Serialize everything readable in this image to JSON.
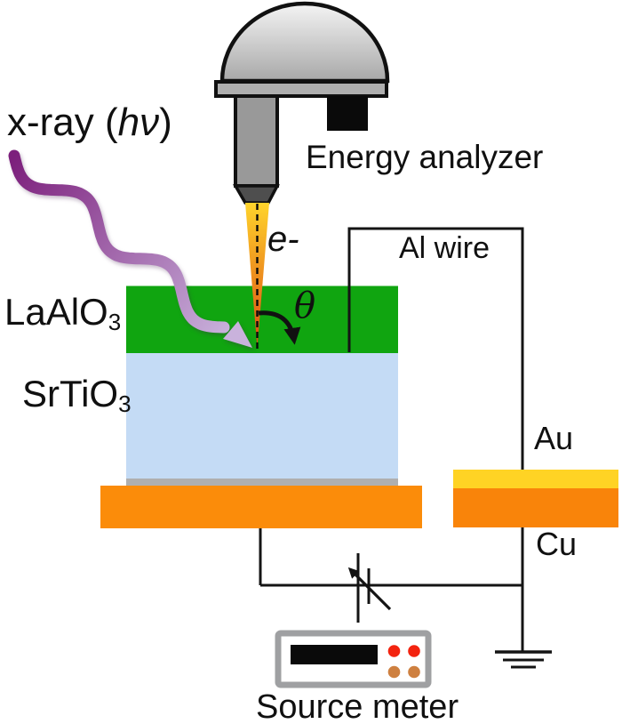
{
  "figure": {
    "xray": {
      "prefix": "x-ray (",
      "hnu": "hν",
      "suffix": ")"
    },
    "analyzer_label": "Energy analyzer",
    "electron_label": "e-",
    "theta_label": "θ",
    "al_wire_label": "Al wire",
    "layers": {
      "top": {
        "base": "LaAlO",
        "sub": "3"
      },
      "bottom": {
        "base": "SrTiO",
        "sub": "3"
      }
    },
    "electrode_top_label": "Au",
    "electrode_bottom_label": "Cu",
    "source_meter_label": "Source meter"
  },
  "colors": {
    "laalo3_green": "#10A510",
    "srtio3_blue": "#C4DBF5",
    "holder_orange": "#FB8C0A",
    "au_yellow": "#FFD324",
    "cu_orange": "#F9840A",
    "contact_gray": "#AFAFAF",
    "dome_light": "#F4F4F4",
    "dome_dark": "#A8A8A8",
    "column_gray": "#999999",
    "nozzle_gray": "#4E4E4E",
    "cone_top": "#FFD42C",
    "cone_tip": "#DC4A10",
    "xray_dark": "#7C1F7C",
    "xray_light": "#C9B2DC",
    "meter_frame_gray": "#9FA0A2",
    "display_black": "#0A0A0A",
    "terminal_red": "#F3230F",
    "terminal_brown": "#CE8040"
  }
}
